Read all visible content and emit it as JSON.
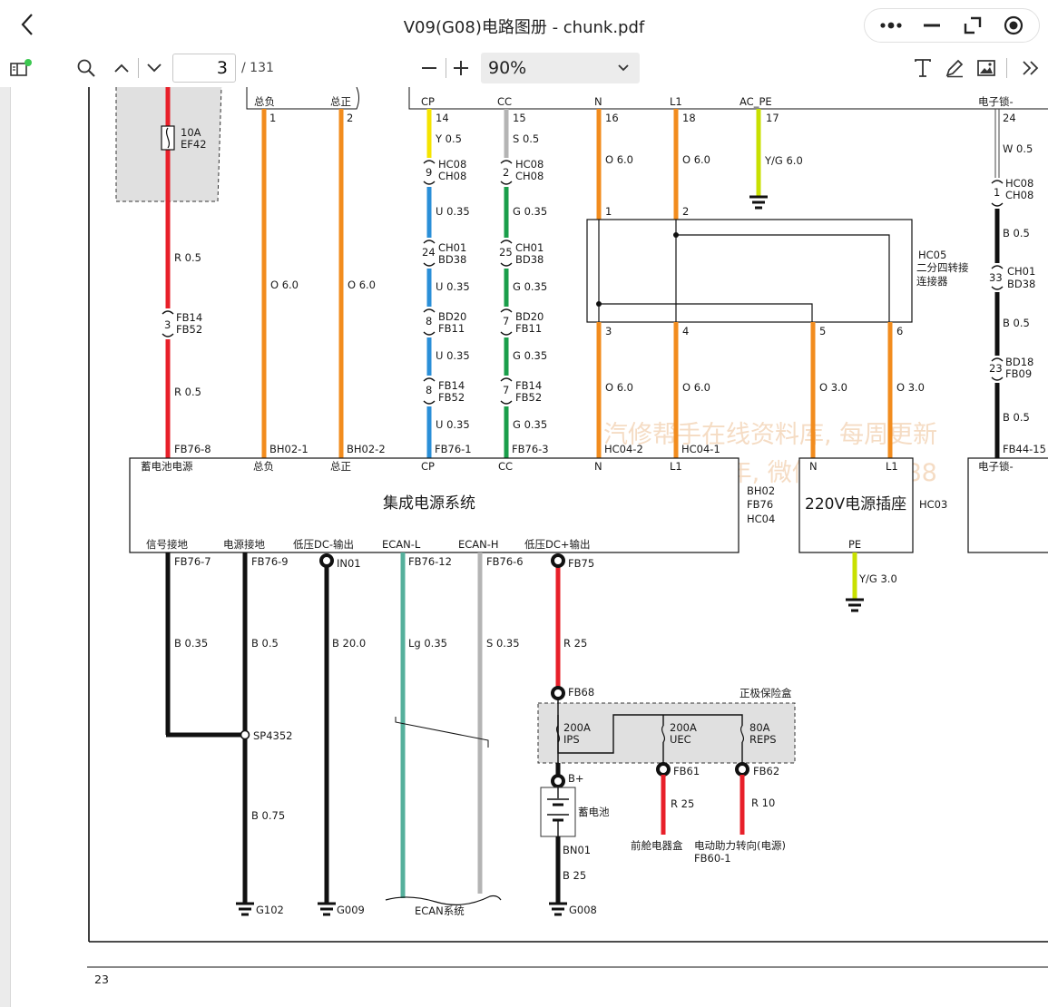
{
  "app": {
    "title": "V09(G08)电路图册 - chunk.pdf",
    "page_current": "3",
    "page_total": "/ 131",
    "zoom": "90%"
  },
  "icons": {
    "back": "chevron-left-icon",
    "more": "more-dots-icon",
    "minimize": "minimize-icon",
    "restore": "restore-window-icon",
    "record": "record-icon",
    "sidebar": "sidebar-toggle-icon",
    "search": "search-icon",
    "prev": "chevron-up-icon",
    "next": "chevron-down-icon",
    "zoom_out": "minus-icon",
    "zoom_in": "plus-icon",
    "zoom_dropdown": "chevron-down-icon",
    "text_tool": "text-tool-icon",
    "pen_tool": "pen-tool-icon",
    "image_tool": "image-tool-icon",
    "more_tools": "double-chevron-right-icon"
  },
  "colors": {
    "status_dot": "#3cc850",
    "wire_orange": "#f28c1e",
    "wire_red": "#e8202a",
    "wire_yellow": "#f5e400",
    "wire_grey": "#b4b4b4",
    "wire_blue": "#2a8fd8",
    "wire_green": "#1a9e4a",
    "wire_lightgreen": "#55b09c",
    "wire_yg": "#c8e000",
    "wire_black": "#111111"
  },
  "diagram": {
    "fuse_top": {
      "rating": "10A",
      "id": "EF42"
    },
    "top_labels": [
      "总负",
      "总正",
      "CP",
      "CC",
      "N",
      "L1",
      "AC_PE",
      "电子锁-"
    ],
    "top_pins": [
      "1",
      "2",
      "14",
      "15",
      "16",
      "18",
      "17",
      "24"
    ],
    "wire_labels": {
      "red_1": "R 0.5",
      "red_2": "R 0.5",
      "orange_1": "O 6.0",
      "orange_2": "O 6.0",
      "cp_1": "Y 0.5",
      "cp_2": "U 0.35",
      "cp_3": "U 0.35",
      "cp_4": "U 0.35",
      "cp_5": "U 0.35",
      "cc_1": "S 0.5",
      "cc_2": "G 0.35",
      "cc_3": "G 0.35",
      "cc_4": "G 0.35",
      "cc_5": "G 0.35",
      "n_top": "O 6.0",
      "l1_top": "O 6.0",
      "pe_top": "Y/G 6.0",
      "lock_1": "W 0.5",
      "lock_2": "B 0.5",
      "lock_3": "B 0.5",
      "lock_4": "B 0.5",
      "o3": "O 6.0",
      "o4": "O 6.0",
      "o5": "O 3.0",
      "o6": "O 3.0",
      "pe_bottom": "Y/G 3.0",
      "b035": "B 0.35",
      "b05": "B 0.5",
      "b20": "B 20.0",
      "lg": "Lg 0.35",
      "s035": "S 0.35",
      "r25": "R 25",
      "b075": "B 0.75",
      "bn_b25": "B 25",
      "r25_fb61": "R 25",
      "r10_fb62": "R 10"
    },
    "connectors": {
      "fb14": "FB14",
      "fb52": "FB52",
      "pin3": "3",
      "hc08": "HC08",
      "ch08": "CH08",
      "ch01": "CH01",
      "bd38": "BD38",
      "bd20": "BD20",
      "fb11": "FB11",
      "p9": "9",
      "p2": "2",
      "p24": "24",
      "p25": "25",
      "p8a": "8",
      "p7a": "7",
      "p8b": "8",
      "p7b": "7",
      "p1": "1",
      "p33": "33",
      "p23": "23",
      "bd18": "BD18",
      "fb09": "FB09"
    },
    "hc05": {
      "id": "HC05",
      "desc1": "二分四转接",
      "desc2": "连接器",
      "pins": [
        "1",
        "2",
        "3",
        "4",
        "5",
        "6"
      ]
    },
    "module_main": {
      "title": "集成电源系统",
      "top_pins": [
        "蓄电池电源",
        "总负",
        "总正",
        "CP",
        "CC",
        "N",
        "L1"
      ],
      "top_refs": [
        "FB76-8",
        "BH02-1",
        "BH02-2",
        "FB76-1",
        "FB76-3",
        "HC04-2",
        "HC04-1"
      ],
      "bottom_pins": [
        "信号接地",
        "电源接地",
        "低压DC-输出",
        "ECAN-L",
        "ECAN-H",
        "低压DC+输出"
      ],
      "bottom_refs": [
        "FB76-7",
        "FB76-9",
        "IN01",
        "FB76-12",
        "FB76-6",
        "FB75"
      ],
      "side_ids": [
        "BH02",
        "FB76",
        "HC04"
      ]
    },
    "socket": {
      "title": "220V电源插座",
      "id": "HC03",
      "pins": [
        "N",
        "L1",
        "PE"
      ]
    },
    "lock_module": {
      "pin": "电子锁-",
      "ref": "FB44-15"
    },
    "watermark": {
      "line1": "汽修帮手在线资料库, 每周更新",
      "line2": "会员仅168/年, 微信qxbs1888"
    },
    "splice": "SP4352",
    "grounds": [
      "G102",
      "G009",
      "G008"
    ],
    "ecan_label": "ECAN系统",
    "fusebox": {
      "title": "正极保险盒",
      "in_ref": "FB68",
      "fuses": [
        {
          "rating": "200A",
          "id": "IPS"
        },
        {
          "rating": "200A",
          "id": "UEC"
        },
        {
          "rating": "80A",
          "id": "REPS"
        }
      ],
      "outs": [
        "B+",
        "FB61",
        "FB62"
      ]
    },
    "battery": {
      "label": "蓄电池",
      "ref": "BN01"
    },
    "targets": {
      "front": "前舱电器盒",
      "eps": "电动助力转向(电源)",
      "eps_ref": "FB60-1"
    },
    "page_number": "23"
  }
}
